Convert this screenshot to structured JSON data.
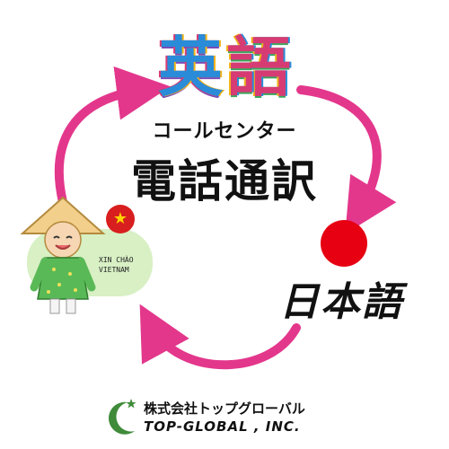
{
  "logo": {
    "text": "英語"
  },
  "service": {
    "subtitle": "コールセンター",
    "title": "電話通訳"
  },
  "vietnam": {
    "greeting_line1": "XIN CHÀO",
    "greeting_line2": "VIETNAM",
    "flag_star": "★"
  },
  "japan": {
    "label": "日本語"
  },
  "company": {
    "name_jp": "株式会社トップグローバル",
    "name_en": "TOP-GLOBAL , INC."
  },
  "colors": {
    "arrow": "#e3378c",
    "jp_flag": "#e60012",
    "vn_flag": "#d81e1e",
    "vn_star": "#ffd400",
    "bubble": "#d8f0c4",
    "company_green": "#3f8b3a"
  }
}
